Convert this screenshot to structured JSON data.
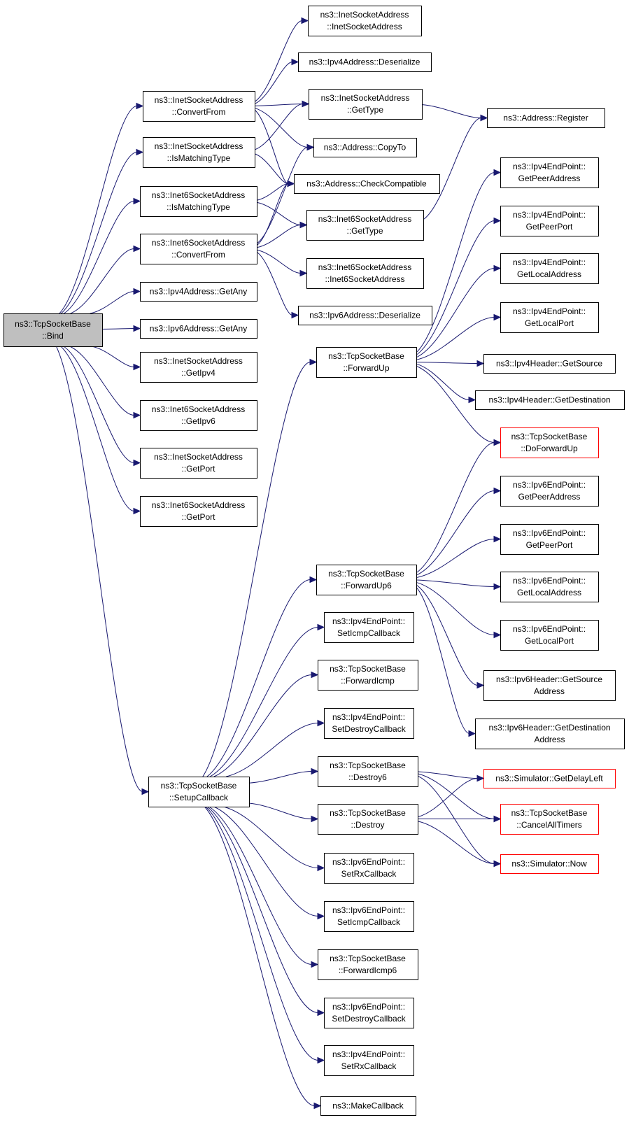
{
  "nodes": [
    {
      "id": "bind",
      "lines": [
        "ns3::TcpSocketBase",
        "::Bind"
      ],
      "style": "root"
    },
    {
      "id": "isa_cf",
      "lines": [
        "ns3::InetSocketAddress",
        "::ConvertFrom"
      ]
    },
    {
      "id": "isa_imt",
      "lines": [
        "ns3::InetSocketAddress",
        "::IsMatchingType"
      ]
    },
    {
      "id": "i6sa_imt",
      "lines": [
        "ns3::Inet6SocketAddress",
        "::IsMatchingType"
      ]
    },
    {
      "id": "i6sa_cf",
      "lines": [
        "ns3::Inet6SocketAddress",
        "::ConvertFrom"
      ]
    },
    {
      "id": "ipv4_any",
      "lines": [
        "ns3::Ipv4Address::GetAny"
      ]
    },
    {
      "id": "ipv6_any",
      "lines": [
        "ns3::Ipv6Address::GetAny"
      ]
    },
    {
      "id": "isa_getipv4",
      "lines": [
        "ns3::InetSocketAddress",
        "::GetIpv4"
      ]
    },
    {
      "id": "i6sa_getipv6",
      "lines": [
        "ns3::Inet6SocketAddress",
        "::GetIpv6"
      ]
    },
    {
      "id": "isa_getport",
      "lines": [
        "ns3::InetSocketAddress",
        "::GetPort"
      ]
    },
    {
      "id": "i6sa_getport",
      "lines": [
        "ns3::Inet6SocketAddress",
        "::GetPort"
      ]
    },
    {
      "id": "setup",
      "lines": [
        "ns3::TcpSocketBase",
        "::SetupCallback"
      ]
    },
    {
      "id": "isa_ctor",
      "lines": [
        "ns3::InetSocketAddress",
        "::InetSocketAddress"
      ]
    },
    {
      "id": "ipv4_deser",
      "lines": [
        "ns3::Ipv4Address::Deserialize"
      ]
    },
    {
      "id": "isa_gettype",
      "lines": [
        "ns3::InetSocketAddress",
        "::GetType"
      ]
    },
    {
      "id": "addr_copyto",
      "lines": [
        "ns3::Address::CopyTo"
      ]
    },
    {
      "id": "addr_check",
      "lines": [
        "ns3::Address::CheckCompatible"
      ]
    },
    {
      "id": "i6sa_gettype",
      "lines": [
        "ns3::Inet6SocketAddress",
        "::GetType"
      ]
    },
    {
      "id": "i6sa_ctor",
      "lines": [
        "ns3::Inet6SocketAddress",
        "::Inet6SocketAddress"
      ]
    },
    {
      "id": "ipv6_deser",
      "lines": [
        "ns3::Ipv6Address::Deserialize"
      ]
    },
    {
      "id": "addr_register",
      "lines": [
        "ns3::Address::Register"
      ]
    },
    {
      "id": "fwdup",
      "lines": [
        "ns3::TcpSocketBase",
        "::ForwardUp"
      ]
    },
    {
      "id": "fwdup6",
      "lines": [
        "ns3::TcpSocketBase",
        "::ForwardUp6"
      ]
    },
    {
      "id": "ep4_seticmp",
      "lines": [
        "ns3::Ipv4EndPoint::",
        "SetIcmpCallback"
      ]
    },
    {
      "id": "fwdicmp",
      "lines": [
        "ns3::TcpSocketBase",
        "::ForwardIcmp"
      ]
    },
    {
      "id": "ep4_setdestroy",
      "lines": [
        "ns3::Ipv4EndPoint::",
        "SetDestroyCallback"
      ]
    },
    {
      "id": "destroy6",
      "lines": [
        "ns3::TcpSocketBase",
        "::Destroy6"
      ]
    },
    {
      "id": "destroy",
      "lines": [
        "ns3::TcpSocketBase",
        "::Destroy"
      ]
    },
    {
      "id": "ep6_setrx",
      "lines": [
        "ns3::Ipv6EndPoint::",
        "SetRxCallback"
      ]
    },
    {
      "id": "ep6_seticmp",
      "lines": [
        "ns3::Ipv6EndPoint::",
        "SetIcmpCallback"
      ]
    },
    {
      "id": "fwdicmp6",
      "lines": [
        "ns3::TcpSocketBase",
        "::ForwardIcmp6"
      ]
    },
    {
      "id": "ep6_setdestroy",
      "lines": [
        "ns3::Ipv6EndPoint::",
        "SetDestroyCallback"
      ]
    },
    {
      "id": "ep4_setrx",
      "lines": [
        "ns3::Ipv4EndPoint::",
        "SetRxCallback"
      ]
    },
    {
      "id": "makecb",
      "lines": [
        "ns3::MakeCallback"
      ]
    },
    {
      "id": "ep4_peeraddr",
      "lines": [
        "ns3::Ipv4EndPoint::",
        "GetPeerAddress"
      ]
    },
    {
      "id": "ep4_peerport",
      "lines": [
        "ns3::Ipv4EndPoint::",
        "GetPeerPort"
      ]
    },
    {
      "id": "ep4_localaddr",
      "lines": [
        "ns3::Ipv4EndPoint::",
        "GetLocalAddress"
      ]
    },
    {
      "id": "ep4_localport",
      "lines": [
        "ns3::Ipv4EndPoint::",
        "GetLocalPort"
      ]
    },
    {
      "id": "ipv4h_src",
      "lines": [
        "ns3::Ipv4Header::GetSource"
      ]
    },
    {
      "id": "ipv4h_dst",
      "lines": [
        "ns3::Ipv4Header::GetDestination"
      ]
    },
    {
      "id": "dofwdup",
      "lines": [
        "ns3::TcpSocketBase",
        "::DoForwardUp"
      ],
      "style": "red"
    },
    {
      "id": "ep6_peeraddr",
      "lines": [
        "ns3::Ipv6EndPoint::",
        "GetPeerAddress"
      ]
    },
    {
      "id": "ep6_peerport",
      "lines": [
        "ns3::Ipv6EndPoint::",
        "GetPeerPort"
      ]
    },
    {
      "id": "ep6_localaddr",
      "lines": [
        "ns3::Ipv6EndPoint::",
        "GetLocalAddress"
      ]
    },
    {
      "id": "ep6_localport",
      "lines": [
        "ns3::Ipv6EndPoint::",
        "GetLocalPort"
      ]
    },
    {
      "id": "ipv6h_src",
      "lines": [
        "ns3::Ipv6Header::GetSource",
        "Address"
      ]
    },
    {
      "id": "ipv6h_dst",
      "lines": [
        "ns3::Ipv6Header::GetDestination",
        "Address"
      ]
    },
    {
      "id": "sim_delay",
      "lines": [
        "ns3::Simulator::GetDelayLeft"
      ],
      "style": "red"
    },
    {
      "id": "cancel_timers",
      "lines": [
        "ns3::TcpSocketBase",
        "::CancelAllTimers"
      ],
      "style": "red"
    },
    {
      "id": "sim_now",
      "lines": [
        "ns3::Simulator::Now"
      ],
      "style": "red"
    }
  ],
  "edges": [
    [
      "bind",
      "isa_cf"
    ],
    [
      "bind",
      "isa_imt"
    ],
    [
      "bind",
      "i6sa_imt"
    ],
    [
      "bind",
      "i6sa_cf"
    ],
    [
      "bind",
      "ipv4_any"
    ],
    [
      "bind",
      "ipv6_any"
    ],
    [
      "bind",
      "isa_getipv4"
    ],
    [
      "bind",
      "i6sa_getipv6"
    ],
    [
      "bind",
      "isa_getport"
    ],
    [
      "bind",
      "i6sa_getport"
    ],
    [
      "bind",
      "setup"
    ],
    [
      "isa_cf",
      "isa_ctor"
    ],
    [
      "isa_cf",
      "ipv4_deser"
    ],
    [
      "isa_cf",
      "isa_gettype"
    ],
    [
      "isa_cf",
      "addr_copyto"
    ],
    [
      "isa_cf",
      "addr_check"
    ],
    [
      "isa_imt",
      "isa_gettype"
    ],
    [
      "isa_imt",
      "addr_check"
    ],
    [
      "i6sa_imt",
      "addr_check"
    ],
    [
      "i6sa_imt",
      "i6sa_gettype"
    ],
    [
      "i6sa_cf",
      "addr_copyto"
    ],
    [
      "i6sa_cf",
      "addr_check"
    ],
    [
      "i6sa_cf",
      "i6sa_gettype"
    ],
    [
      "i6sa_cf",
      "i6sa_ctor"
    ],
    [
      "i6sa_cf",
      "ipv6_deser"
    ],
    [
      "isa_gettype",
      "addr_register"
    ],
    [
      "i6sa_gettype",
      "addr_register"
    ],
    [
      "setup",
      "fwdup"
    ],
    [
      "setup",
      "fwdup6"
    ],
    [
      "setup",
      "ep4_seticmp"
    ],
    [
      "setup",
      "fwdicmp"
    ],
    [
      "setup",
      "ep4_setdestroy"
    ],
    [
      "setup",
      "destroy6"
    ],
    [
      "setup",
      "destroy"
    ],
    [
      "setup",
      "ep6_setrx"
    ],
    [
      "setup",
      "ep6_seticmp"
    ],
    [
      "setup",
      "fwdicmp6"
    ],
    [
      "setup",
      "ep6_setdestroy"
    ],
    [
      "setup",
      "ep4_setrx"
    ],
    [
      "setup",
      "makecb"
    ],
    [
      "fwdup",
      "ep4_peeraddr"
    ],
    [
      "fwdup",
      "ep4_peerport"
    ],
    [
      "fwdup",
      "ep4_localaddr"
    ],
    [
      "fwdup",
      "ep4_localport"
    ],
    [
      "fwdup",
      "ipv4h_src"
    ],
    [
      "fwdup",
      "ipv4h_dst"
    ],
    [
      "fwdup",
      "dofwdup"
    ],
    [
      "fwdup6",
      "dofwdup"
    ],
    [
      "fwdup6",
      "ep6_peeraddr"
    ],
    [
      "fwdup6",
      "ep6_peerport"
    ],
    [
      "fwdup6",
      "ep6_localaddr"
    ],
    [
      "fwdup6",
      "ep6_localport"
    ],
    [
      "fwdup6",
      "ipv6h_src"
    ],
    [
      "fwdup6",
      "ipv6h_dst"
    ],
    [
      "destroy6",
      "sim_delay"
    ],
    [
      "destroy6",
      "cancel_timers"
    ],
    [
      "destroy6",
      "sim_now"
    ],
    [
      "destroy",
      "sim_delay"
    ],
    [
      "destroy",
      "cancel_timers"
    ],
    [
      "destroy",
      "sim_now"
    ]
  ],
  "colors": {
    "edge": "#191970",
    "root_fill": "#bfbfbf",
    "red_border": "#ff0000"
  }
}
